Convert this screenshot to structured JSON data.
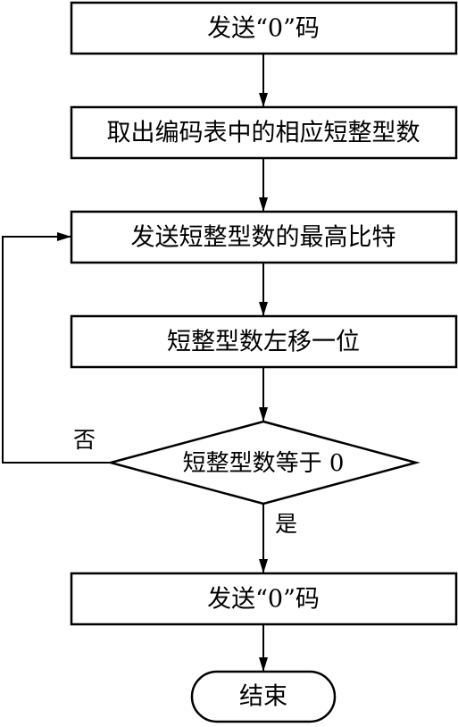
{
  "steps": {
    "send_zero_top": "发送“0”码",
    "fetch_code": "取出编码表中的相应短整型数",
    "send_msb": "发送短整型数的最高比特",
    "shift_left": "短整型数左移一位",
    "decision": "短整型数等于 0",
    "send_zero_bottom": "发送“0”码",
    "end": "结束"
  },
  "branches": {
    "no": "否",
    "yes": "是"
  }
}
